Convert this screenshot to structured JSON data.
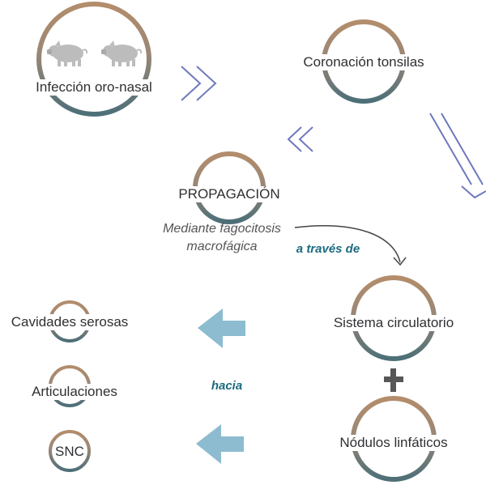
{
  "colors": {
    "ring_brown": "#b38d6c",
    "ring_teal": "#4d6f78",
    "chevron_blue": "#6f78bd",
    "big_arrow": "#8dbcd0",
    "link_text": "#1c6b80",
    "pig": "#bcbcbc"
  },
  "icons": [
    "pig-icon",
    "pig-icon"
  ],
  "nodes": {
    "infection": "Infección oro-nasal",
    "tonsils": "Coronación tonsilas",
    "propagation": "PROPAGACIÓN",
    "circulatory": "Sistema circulatorio",
    "lymph": "Nódulos linfáticos",
    "serous": "Cavidades serosas",
    "joints": "Articulaciones",
    "cns": "SNC"
  },
  "propagation_detail": {
    "line1": "Mediante fagocitosis",
    "line2": "macrofágica"
  },
  "connectors": {
    "via": "a través de",
    "toward": "hacia",
    "plus": "+"
  }
}
